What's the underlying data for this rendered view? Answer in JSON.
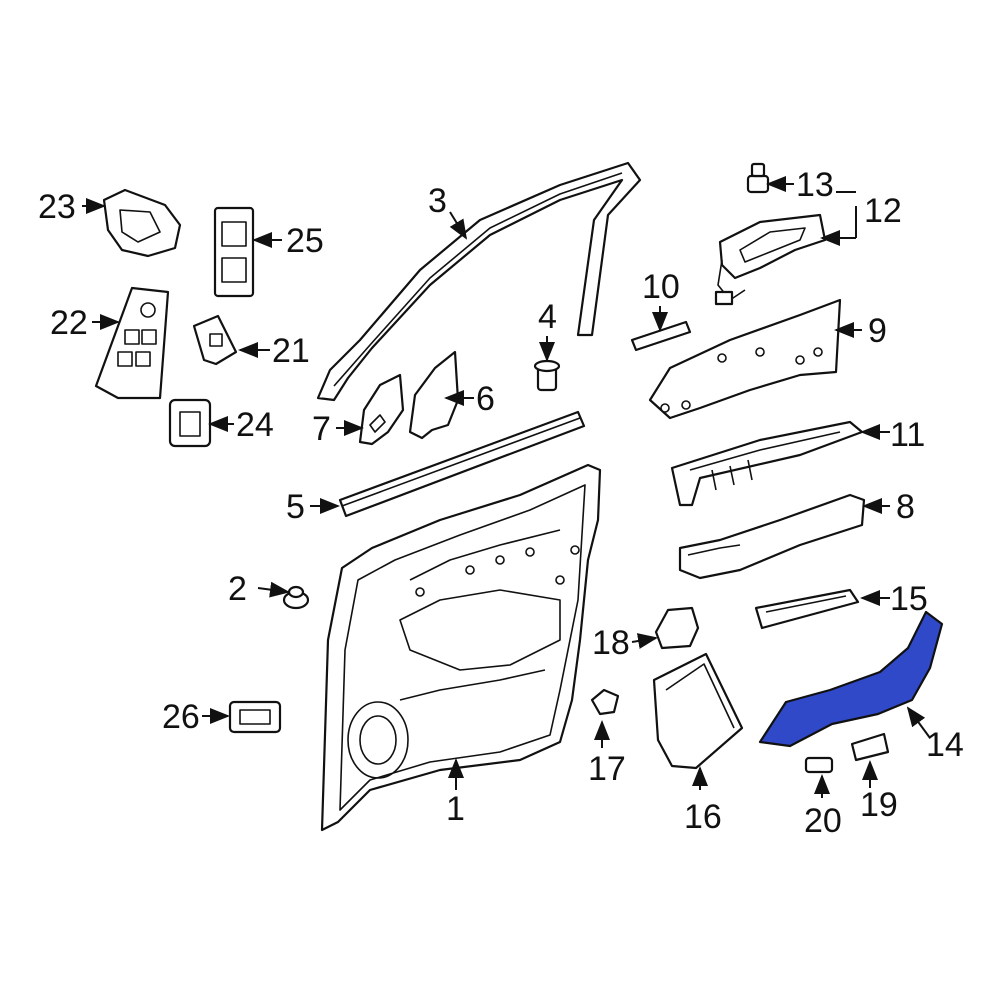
{
  "diagram": {
    "callouts": {
      "c1": "1",
      "c2": "2",
      "c3": "3",
      "c4": "4",
      "c5": "5",
      "c6": "6",
      "c7": "7",
      "c8": "8",
      "c9": "9",
      "c10": "10",
      "c11": "11",
      "c12": "12",
      "c13": "13",
      "c14": "14",
      "c15": "15",
      "c16": "16",
      "c17": "17",
      "c18": "18",
      "c19": "19",
      "c20": "20",
      "c21": "21",
      "c22": "22",
      "c23": "23",
      "c24": "24",
      "c25": "25",
      "c26": "26"
    },
    "colors": {
      "highlight": "#2f49c9",
      "line": "#111111",
      "background": "#ffffff"
    },
    "highlighted_part": "14"
  }
}
